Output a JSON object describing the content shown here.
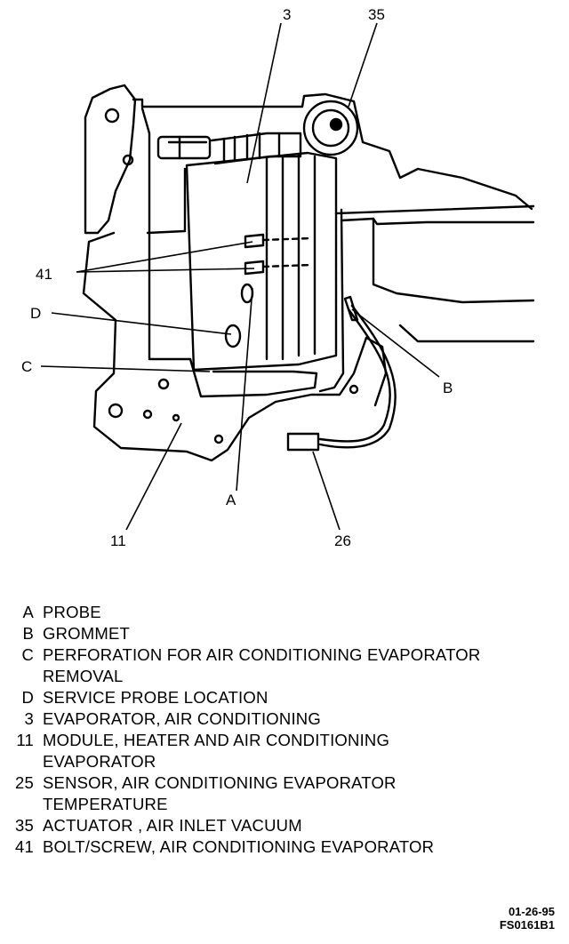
{
  "callouts": {
    "c3": "3",
    "c35": "35",
    "c41": "41",
    "cD": "D",
    "cC": "C",
    "cB": "B",
    "cA": "A",
    "c11": "11",
    "c26": "26"
  },
  "legend": [
    {
      "key": "A",
      "text": "PROBE"
    },
    {
      "key": "B",
      "text": "GROMMET"
    },
    {
      "key": "C",
      "text": "PERFORATION FOR AIR CONDITIONING EVAPORATOR"
    },
    {
      "key": "",
      "text": "REMOVAL"
    },
    {
      "key": "D",
      "text": "SERVICE PROBE LOCATION"
    },
    {
      "key": "3",
      "text": "EVAPORATOR, AIR CONDITIONING"
    },
    {
      "key": "11",
      "text": "MODULE, HEATER AND AIR CONDITIONING"
    },
    {
      "key": "",
      "text": "EVAPORATOR"
    },
    {
      "key": "25",
      "text": "SENSOR, AIR CONDITIONING EVAPORATOR"
    },
    {
      "key": "",
      "text": "TEMPERATURE"
    },
    {
      "key": "35",
      "text": "ACTUATOR , AIR INLET VACUUM"
    },
    {
      "key": "41",
      "text": "BOLT/SCREW, AIR CONDITIONING EVAPORATOR"
    }
  ],
  "footer": {
    "date": "01-26-95",
    "code": "FS0161B1"
  }
}
